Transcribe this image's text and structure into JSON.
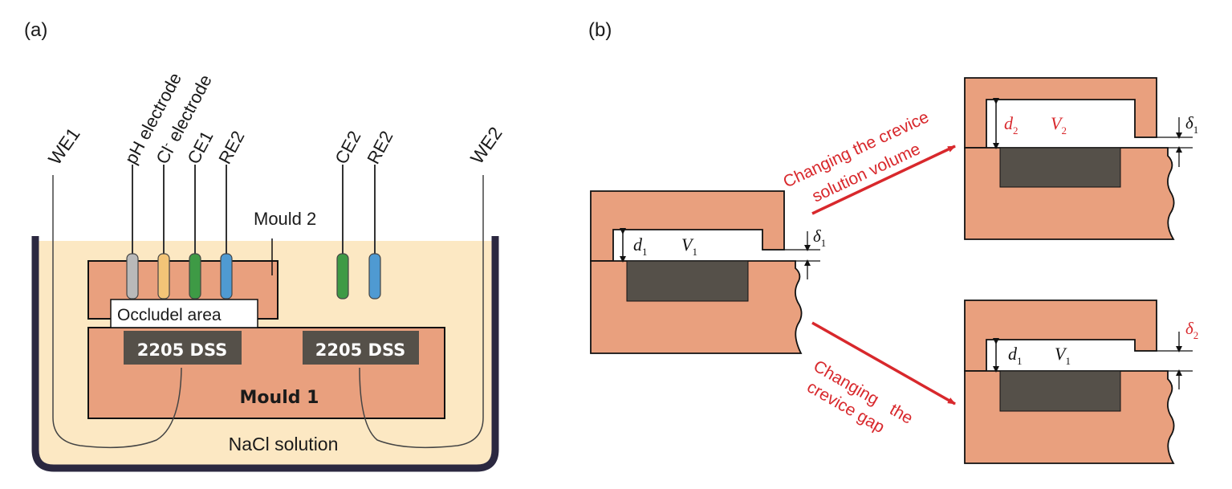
{
  "panel_a": {
    "tag": "(a)",
    "electrodes": {
      "we1": "WE1",
      "ph": "pH electrode",
      "cl_prefix": "Cl",
      "cl_sup": "-",
      "cl_suffix": " electrode",
      "ce1": "CE1",
      "re2_left": "RE2",
      "ce2": "CE2",
      "re2_right": "RE2",
      "we2": "WE2"
    },
    "mould2": "Mould 2",
    "occluded_area": "Occludel area",
    "dss_left": "2205 DSS",
    "dss_right": "2205 DSS",
    "mould1": "Mould 1",
    "solution": "NaCl solution",
    "colors": {
      "solution": "#fce8c3",
      "mould": "#e9a07e",
      "dss": "#555049",
      "tank": "#2b2840",
      "ph_electrode": "#b9b9b9",
      "cl_electrode": "#f3c477",
      "ce_electrode": "#3e9a45",
      "re_electrode": "#4f9ad2"
    }
  },
  "panel_b": {
    "tag": "(b)",
    "left": {
      "d": "d",
      "d_sub": "1",
      "v": "V",
      "v_sub": "1",
      "delta": "δ",
      "delta_sub": "1"
    },
    "top_right": {
      "d": "d",
      "d_sub": "2",
      "v": "V",
      "v_sub": "2",
      "delta": "δ",
      "delta_sub": "1"
    },
    "bottom_right": {
      "d": "d",
      "d_sub": "1",
      "v": "V",
      "v_sub": "1",
      "delta": "δ",
      "delta_sub": "2"
    },
    "arrow_top_line1": "Changing the crevice",
    "arrow_top_line2": "solution volume",
    "arrow_bottom_line1": "Changing",
    "arrow_bottom_line2": "the",
    "arrow_bottom_line3": "crevice gap",
    "colors": {
      "arrow": "#d8282c",
      "label_red": "#d8282c"
    }
  }
}
